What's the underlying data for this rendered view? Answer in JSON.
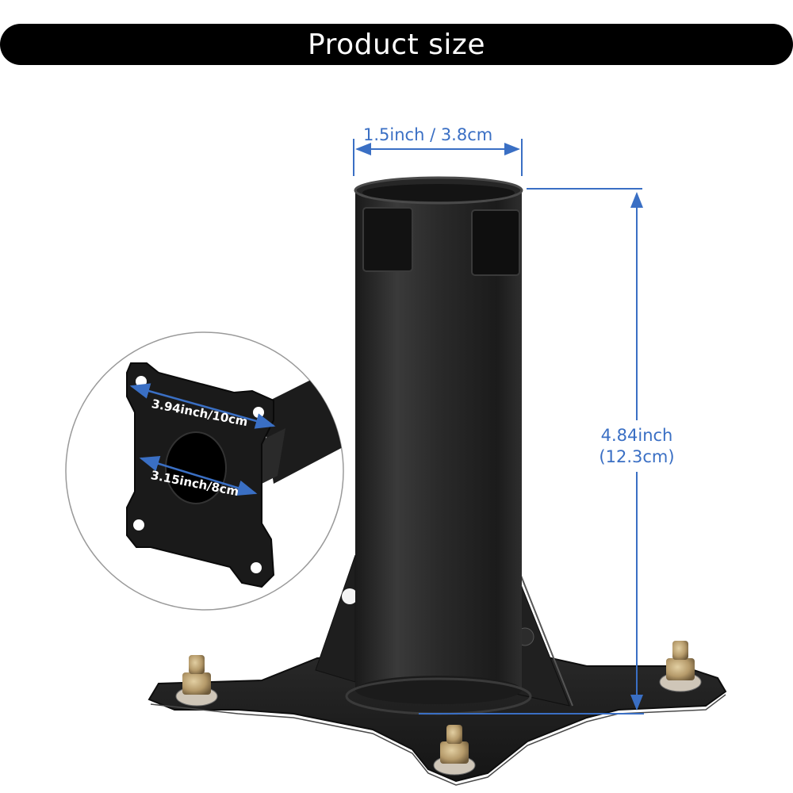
{
  "header": {
    "title": "Product size"
  },
  "dimensions": {
    "tube_diameter": "1.5inch / 3.8cm",
    "height_inch": "4.84inch",
    "height_cm": "(12.3cm)",
    "plate_outer": "3.94inch/10cm",
    "plate_inner": "3.15inch/8cm"
  },
  "colors": {
    "title_bg": "#000000",
    "title_text": "#ffffff",
    "dimension_blue": "#3a6fc4",
    "metal": "#1f1f1f",
    "bolt_brass": "#b59a6a"
  },
  "icons": {
    "product": "flagpole-mount-bracket",
    "inset": "vesa-plate-closeup"
  }
}
